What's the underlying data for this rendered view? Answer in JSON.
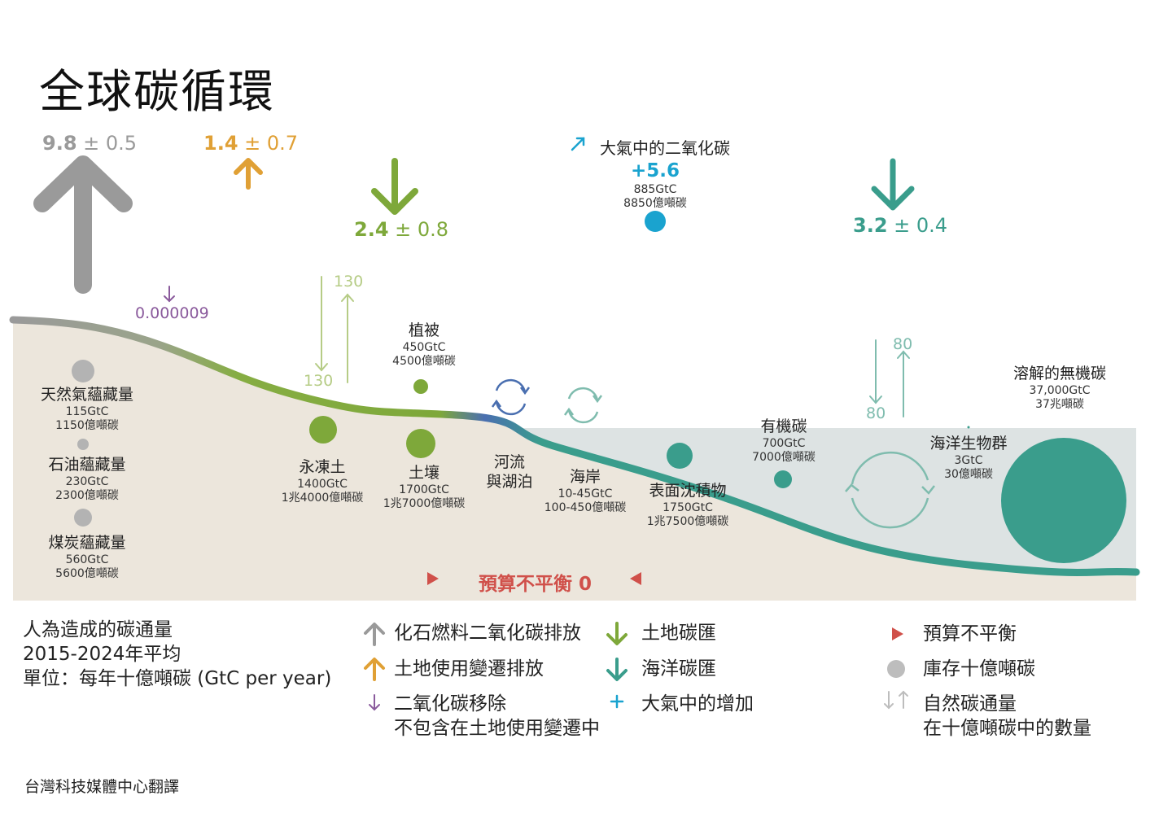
{
  "title": "全球碳循環",
  "fluxes": {
    "fossil": {
      "value": "9.8",
      "unc": "± 0.5"
    },
    "landuse": {
      "value": "1.4",
      "unc": "± 0.7"
    },
    "land_sink": {
      "value": "2.4",
      "unc": "± 0.8"
    },
    "ocean_sink": {
      "value": "3.2",
      "unc": "± 0.4"
    },
    "cdr": {
      "value": "0.000009"
    }
  },
  "atmosphere": {
    "label": "大氣中的二氧化碳",
    "growth": "+5.6",
    "stock_gtc": "885GtC",
    "stock_zh": "8850億噸碳"
  },
  "natural_fluxes": {
    "land_down": "130",
    "land_up": "130",
    "ocean_down": "80",
    "ocean_up": "80"
  },
  "stocks": {
    "gas": {
      "name": "天然氣蘊藏量",
      "gtc": "115GtC",
      "zh": "1150億噸碳"
    },
    "oil": {
      "name": "石油蘊藏量",
      "gtc": "230GtC",
      "zh": "2300億噸碳"
    },
    "coal": {
      "name": "煤炭蘊藏量",
      "gtc": "560GtC",
      "zh": "5600億噸碳"
    },
    "permafrost": {
      "name": "永凍土",
      "gtc": "1400GtC",
      "zh": "1兆4000億噸碳"
    },
    "vegetation": {
      "name": "植被",
      "gtc": "450GtC",
      "zh": "4500億噸碳"
    },
    "soils": {
      "name": "土壤",
      "gtc": "1700GtC",
      "zh": "1兆7000億噸碳"
    },
    "rivers": {
      "name1": "河流",
      "name2": "與湖泊"
    },
    "coasts": {
      "name": "海岸",
      "gtc": "10-45GtC",
      "zh": "100-450億噸碳"
    },
    "sediments": {
      "name": "表面沈積物",
      "gtc": "1750GtC",
      "zh": "1兆7500億噸碳"
    },
    "organic": {
      "name": "有機碳",
      "gtc": "700GtC",
      "zh": "7000億噸碳"
    },
    "marine_biota": {
      "name": "海洋生物群",
      "gtc": "3GtC",
      "zh": "30億噸碳"
    },
    "dic": {
      "name": "溶解的無機碳",
      "gtc": "37,000GtC",
      "zh": "37兆噸碳"
    }
  },
  "budget_imbalance": {
    "label": "預算不平衡",
    "value": "0"
  },
  "legend": {
    "intro": [
      "人為造成的碳通量",
      "2015-2024年平均",
      "單位：每年十億噸碳 (GtC per year)"
    ],
    "fossil": "化石燃料二氧化碳排放",
    "landuse": "土地使用變遷排放",
    "cdr1": "二氧化碳移除",
    "cdr2": "不包含在土地使用變遷中",
    "land_sink": "土地碳匯",
    "ocean_sink": "海洋碳匯",
    "atm_growth": "大氣中的增加",
    "imbalance": "預算不平衡",
    "stocks": "庫存十億噸碳",
    "natural1": "自然碳通量",
    "natural2": "在十億噸碳中的數量"
  },
  "credit": "台灣科技媒體中心翻譯",
  "colors": {
    "fossil": "#9a9a9a",
    "landuse": "#e0a035",
    "land": "#7ea83a",
    "ocean": "#3a9d8c",
    "atm": "#1aa3cf",
    "cdr": "#8a5a9c",
    "imbalance": "#d0504a",
    "ground": "#ece6dc",
    "sea": "#dde3e3"
  }
}
